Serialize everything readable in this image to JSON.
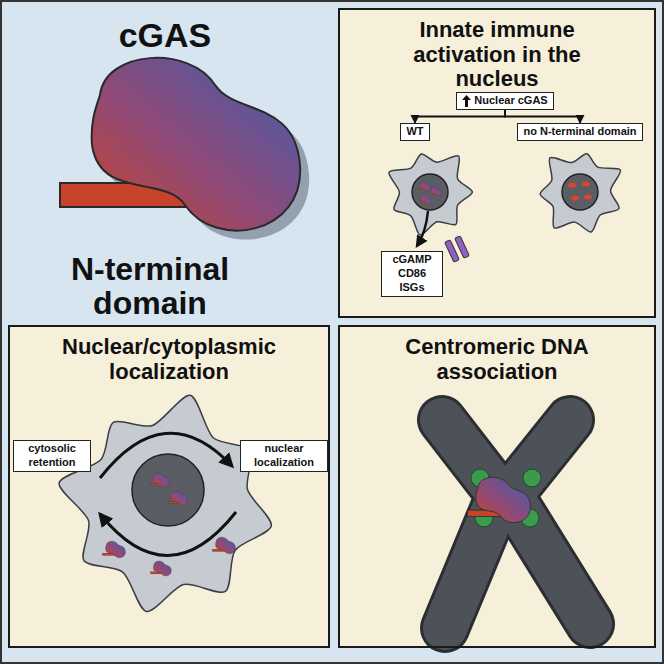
{
  "diagram": {
    "nodes": [
      {
        "text": [
          "Innate immune activation in the nucleus"
        ]
      },
      {
        "text": [
          "Nuclear cGAS"
        ],
        "in": 0
      },
      {
        "text": [
          "WT"
        ],
        "in": 0
      },
      {
        "text": [
          "no N-terminal domain"
        ],
        "in": 0
      },
      {
        "text": [
          "cGAMP CD86 ISGs"
        ],
        "in": 0
      },
      {
        "text": [
          "Nuclear/cytoplasmic localization"
        ]
      },
      {
        "text": [
          "cytosolic retention"
        ],
        "in": 5
      },
      {
        "text": [
          "nuclear localization"
        ],
        "in": 5
      },
      {
        "text": [
          "Centromeric DNA association"
        ]
      }
    ],
    "edges": [
      {
        "from": 1,
        "to": 2,
        "arrow": "to"
      },
      {
        "from": 1,
        "to": 3,
        "arrow": "to"
      }
    ],
    "labels": [
      "cGAS",
      "N-terminal domain"
    ]
  }
}
